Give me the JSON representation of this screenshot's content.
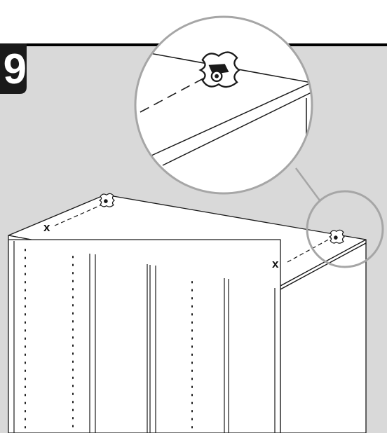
{
  "step": {
    "number": "9"
  },
  "markers": [
    {
      "label": "x"
    },
    {
      "label": "x"
    }
  ],
  "colors": {
    "panel_bg": "#d9d9d9",
    "rule": "#000000",
    "step_badge": "#1a1a1a",
    "magnifier_ring": "#a6a6a6",
    "line": "#1a1a1a"
  }
}
